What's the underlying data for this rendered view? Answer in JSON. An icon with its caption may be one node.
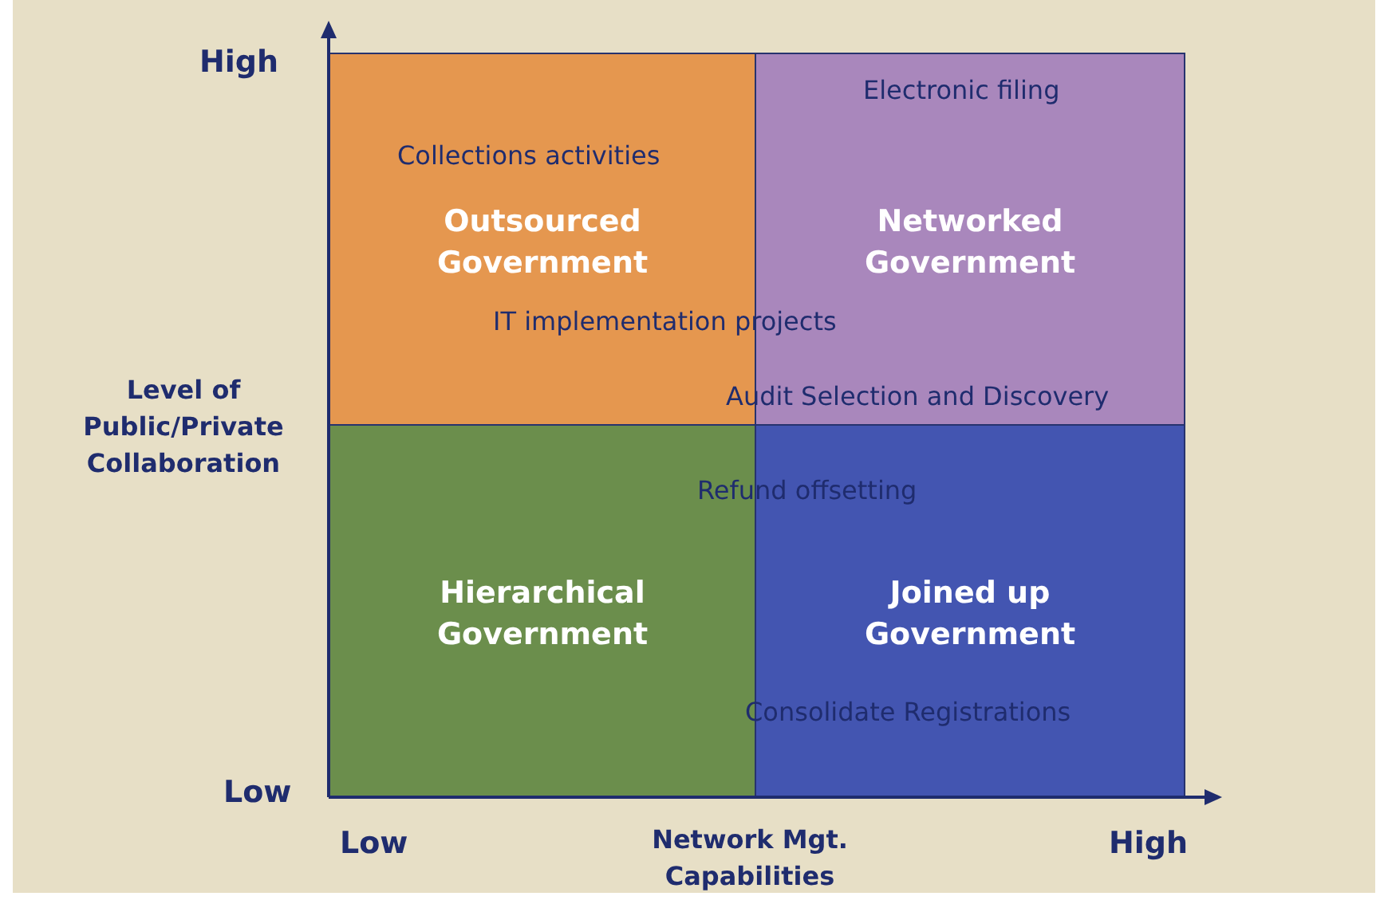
{
  "diagram": {
    "nodes": [
      {
        "text": [
          "Outsourced Government"
        ]
      },
      {
        "text": [
          "Networked Government"
        ]
      },
      {
        "text": [
          "Hierarchical Government"
        ]
      },
      {
        "text": [
          "Joined up Government"
        ]
      }
    ],
    "labels": [
      "High",
      "Level of Public/Private Collaboration",
      "Low",
      "Low",
      "Network Mgt. Capabilities",
      "High",
      "Electronic filing",
      "Collections activities",
      "IT implementation projects",
      "Audit Selection and Discovery",
      "Refund offsetting",
      "Consolidate Registrations"
    ]
  }
}
